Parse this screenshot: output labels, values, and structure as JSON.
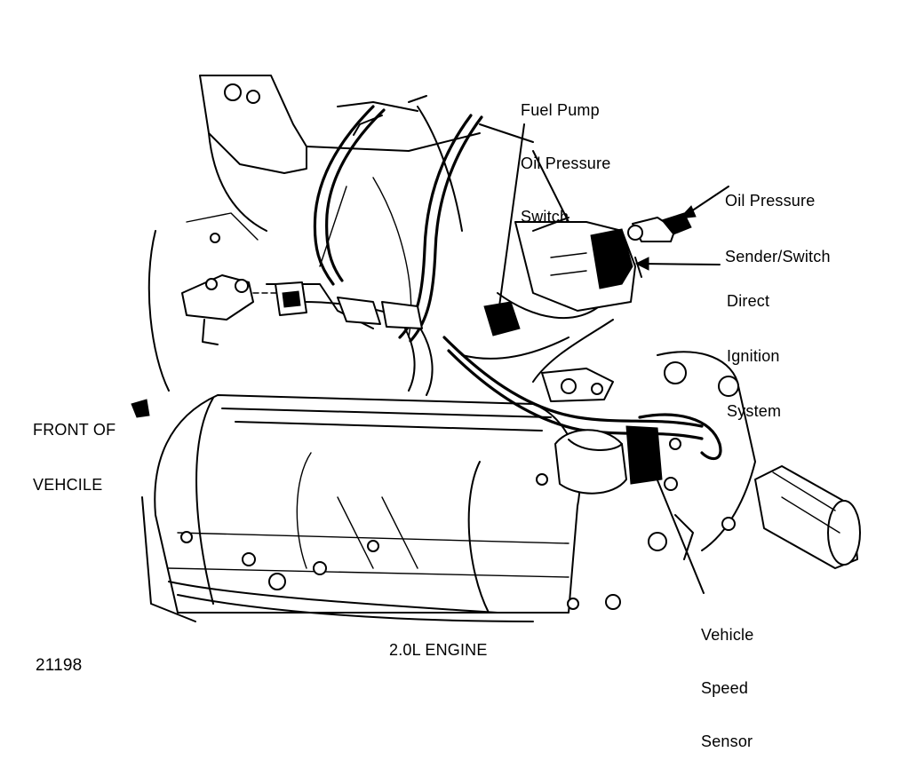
{
  "labels": {
    "fuel_pump_switch": [
      "Fuel Pump",
      "Oil Pressure",
      "Switch"
    ],
    "oil_pressure_sender": [
      "Oil Pressure",
      "Sender/Switch"
    ],
    "direct_ignition": [
      "Direct",
      "Ignition",
      "System"
    ],
    "front_of_vehicle": [
      "FRONT OF",
      "VEHCILE"
    ],
    "vehicle_speed_sensor": [
      "Vehicle",
      "Speed",
      "Sensor"
    ],
    "engine": "2.0L ENGINE",
    "figure_number": "21198"
  }
}
